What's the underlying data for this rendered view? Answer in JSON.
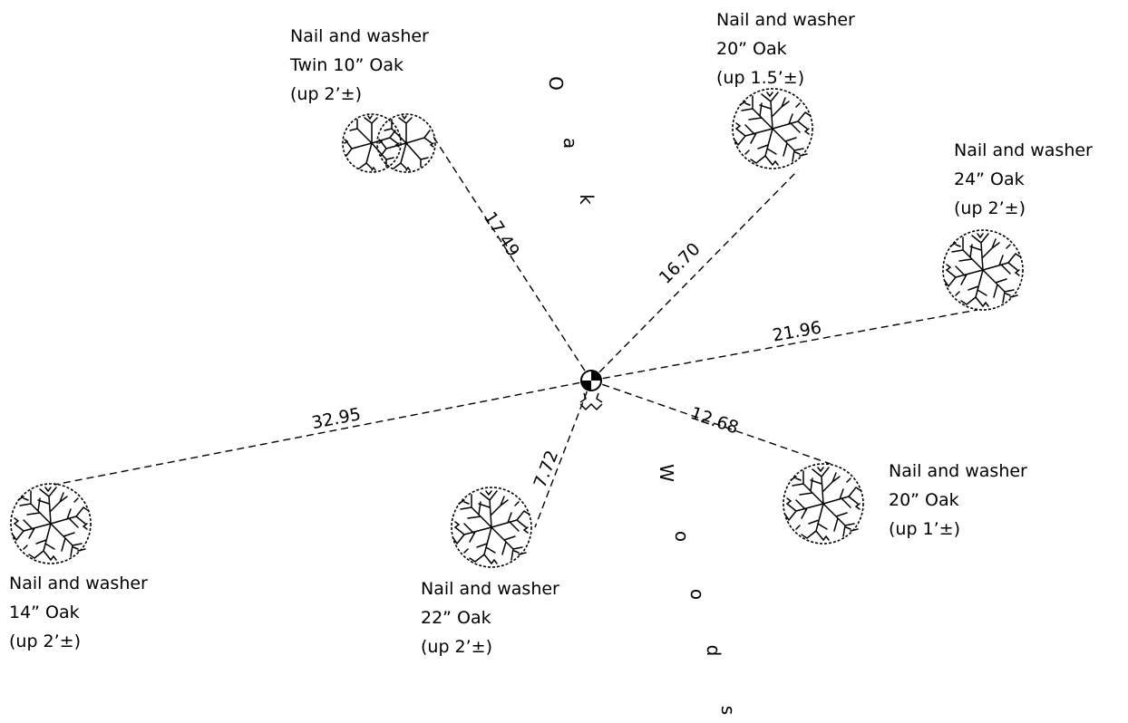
{
  "benchmark": {
    "symbol_icon": "control-point-benchmark-icon"
  },
  "road_name": [
    "O",
    "a",
    "k",
    "W",
    "o",
    "o",
    "d",
    "s"
  ],
  "ties": [
    {
      "id": "twin-10-oak",
      "distance": "17.49",
      "label": [
        "Nail and washer",
        "Twin 10” Oak",
        "(up 2’±)"
      ]
    },
    {
      "id": "20-oak-north",
      "distance": "16.70",
      "label": [
        "Nail and washer",
        "20” Oak",
        "(up 1.5’±)"
      ]
    },
    {
      "id": "24-oak",
      "distance": "21.96",
      "label": [
        "Nail and washer",
        "24” Oak",
        "(up 2’±)"
      ]
    },
    {
      "id": "20-oak-south",
      "distance": "12.68",
      "label": [
        "Nail and washer",
        "20” Oak",
        "(up 1’±)"
      ]
    },
    {
      "id": "22-oak",
      "distance": "7.72",
      "label": [
        "Nail and washer",
        "22” Oak",
        "(up 2’±)"
      ]
    },
    {
      "id": "14-oak",
      "distance": "32.95",
      "label": [
        "Nail and washer",
        "14” Oak",
        "(up 2’±)"
      ]
    }
  ]
}
